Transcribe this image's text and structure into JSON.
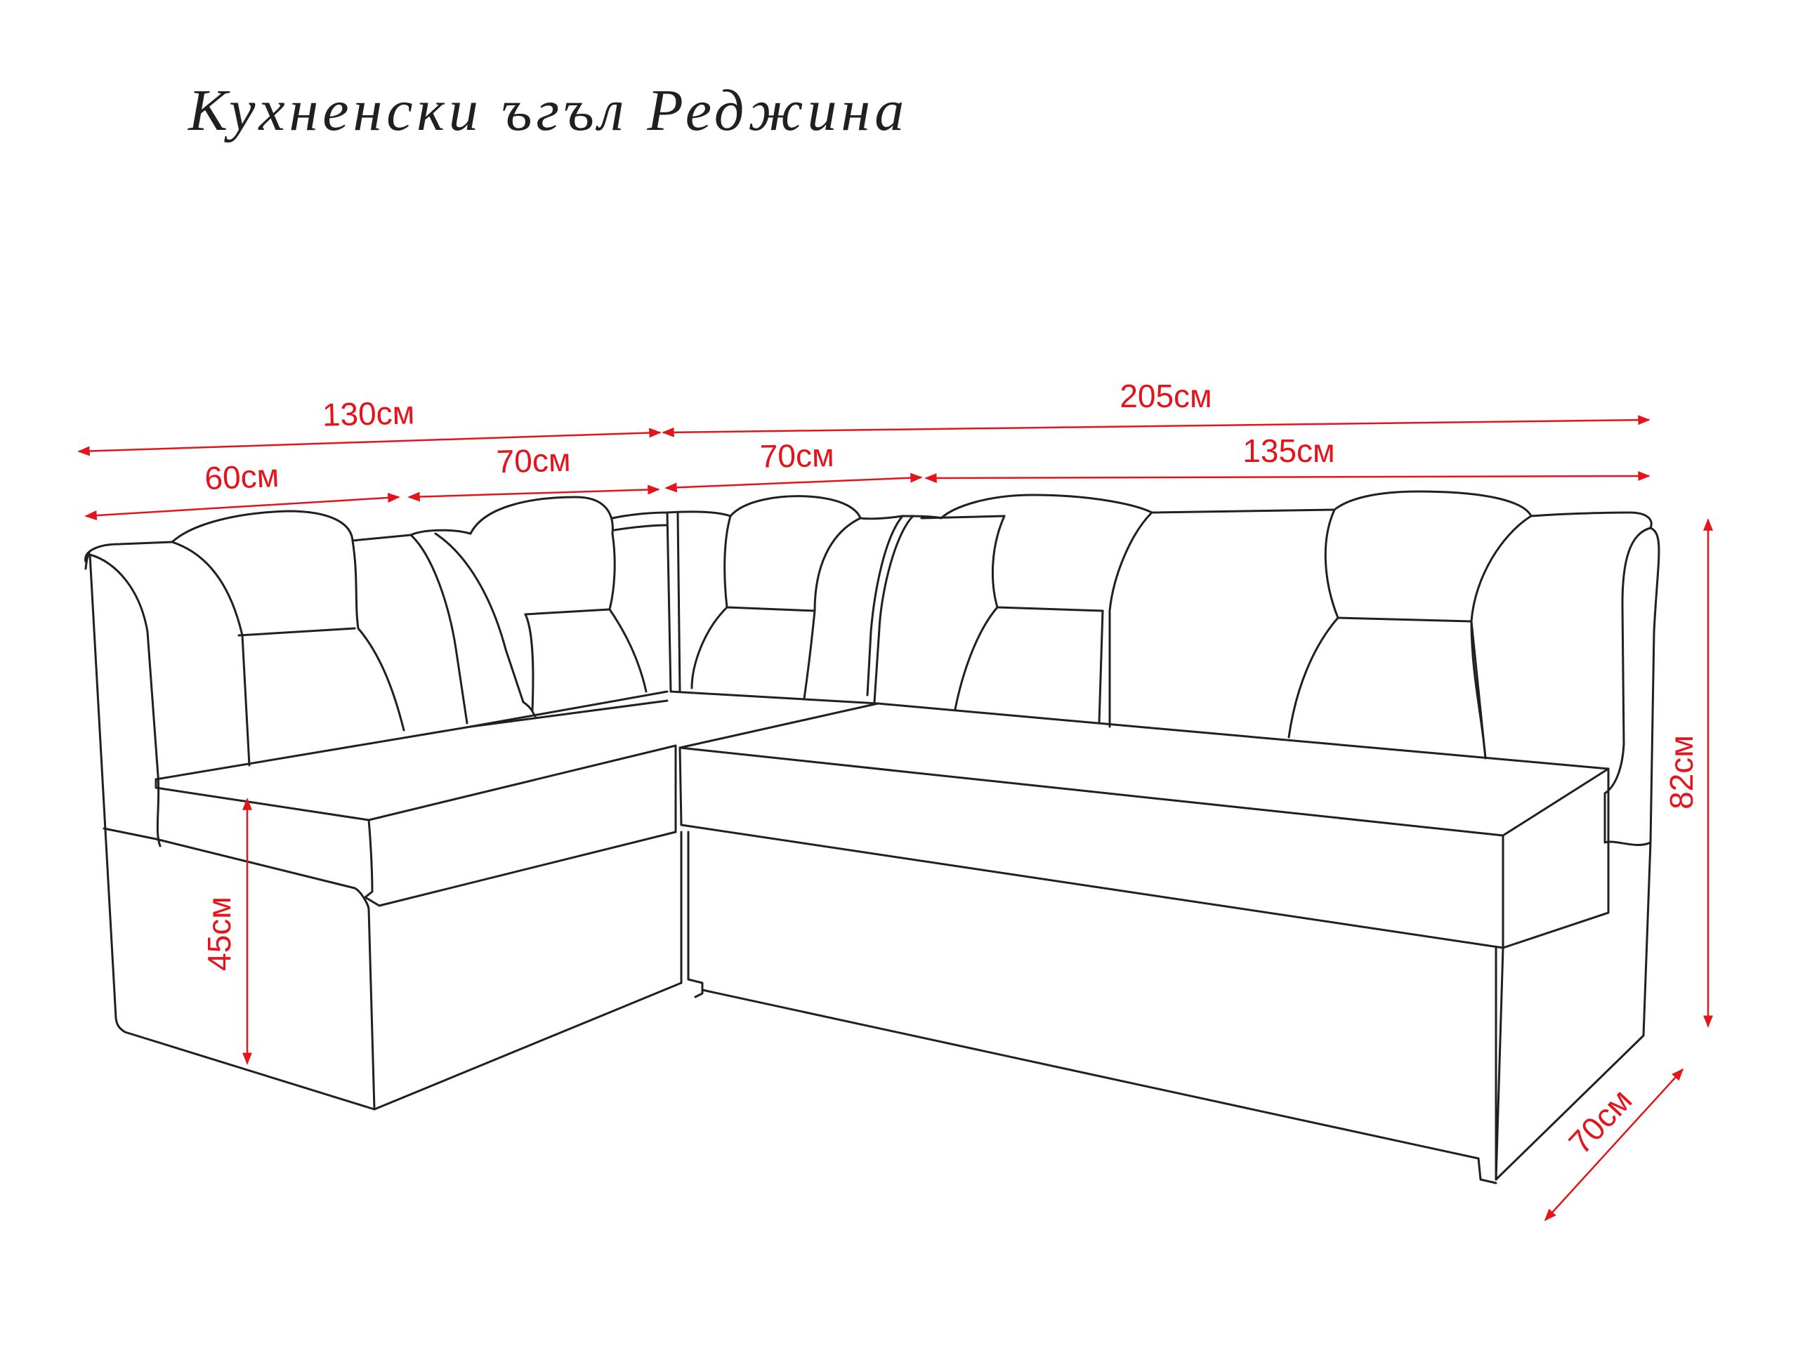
{
  "title": "Кухненски ъгъл Реджина",
  "colors": {
    "outline": "#231f20",
    "dimension": "#e3151c",
    "background": "#ffffff"
  },
  "dimensions": {
    "overall_left": "130см",
    "overall_right": "205см",
    "left_end_section": "60см",
    "left_corner_section": "70см",
    "right_corner_section": "70см",
    "right_main_section": "135см",
    "total_height": "82см",
    "seat_height": "45см",
    "depth": "70см"
  }
}
